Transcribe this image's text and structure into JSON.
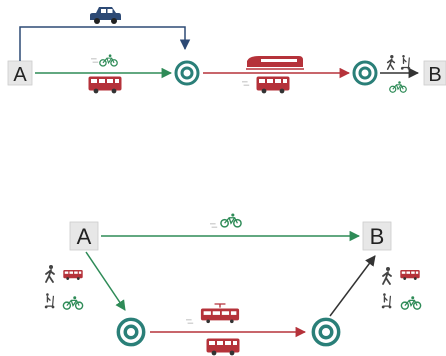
{
  "top_diagram": {
    "origin_label": "A",
    "destination_label": "B",
    "car_bypass_mode": "car-icon",
    "leg1_modes": [
      "bicycle-icon",
      "bus-icon"
    ],
    "leg2_modes": [
      "train-icon",
      "bus-icon"
    ],
    "last_mile_modes": [
      "walking-icon",
      "scooter-icon",
      "bicycle-icon"
    ]
  },
  "bottom_diagram": {
    "origin_label": "A",
    "destination_label": "B",
    "direct_mode": "bicycle-icon",
    "first_mile_modes": [
      "walking-icon",
      "bus-icon",
      "scooter-icon",
      "bicycle-icon"
    ],
    "trunk_modes": [
      "tram-icon",
      "bus-icon"
    ],
    "last_mile_modes": [
      "bus-icon",
      "walking-icon",
      "scooter-icon",
      "bicycle-icon"
    ]
  },
  "colors": {
    "green": "#2e8b57",
    "red": "#b5323a",
    "navy": "#2d4a75",
    "teal": "#2a7f78",
    "dark": "#333333",
    "box_fill": "#e7e7e7"
  }
}
